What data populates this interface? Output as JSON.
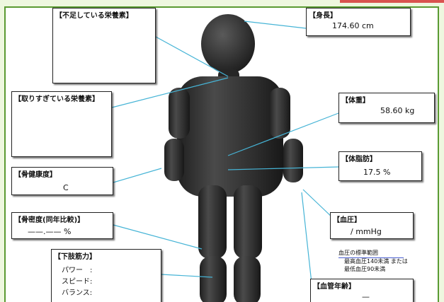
{
  "boxes": {
    "deficient": {
      "title": "【不足している栄養素】",
      "value": ""
    },
    "excess": {
      "title": "【取りすぎている栄養素】",
      "value": ""
    },
    "bone_health": {
      "title": "【骨健康度】",
      "value": "C"
    },
    "bone_density": {
      "title": "【骨密度(同年比較)】",
      "value": "——.—— %"
    },
    "leg_strength": {
      "title": "【下肢筋力】",
      "power": "パワー　:",
      "speed": "スピード:",
      "balance": "バランス:"
    },
    "height": {
      "title": "【身長】",
      "value": "174.60 cm"
    },
    "weight": {
      "title": "【体重】",
      "value": "58.60 kg"
    },
    "body_fat": {
      "title": "【体脂肪】",
      "value": "17.5 %"
    },
    "blood_pressure": {
      "title": "【血圧】",
      "value": "/ mmHg"
    },
    "vascular_age": {
      "title": "【血管年齢】",
      "value": "—"
    }
  },
  "bp_standard": {
    "heading": "血圧の標準範囲",
    "line1": "最高血圧140未満 または",
    "line2": "最低血圧90未満"
  },
  "colors": {
    "accent_green": "#5a9a32",
    "accent_red": "#d9534f",
    "leader_line": "#46b4d6",
    "figure": "#2a2a2a"
  }
}
